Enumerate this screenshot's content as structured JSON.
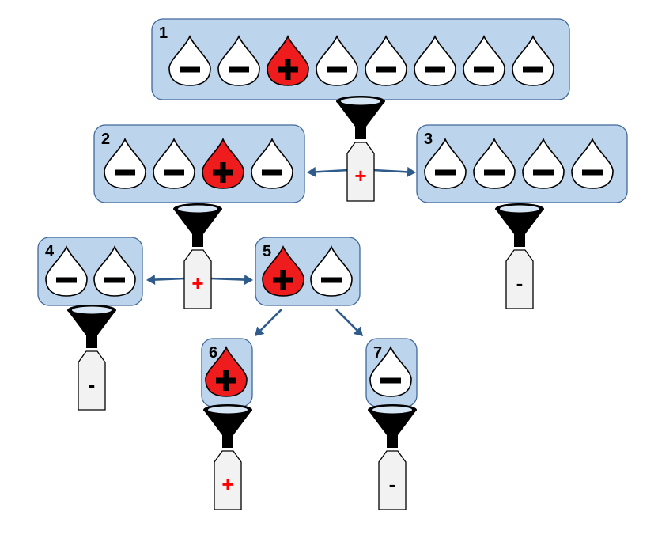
{
  "groups": [
    {
      "id": "1",
      "label": "1",
      "samples": [
        "-",
        "-",
        "+",
        "-",
        "-",
        "-",
        "-",
        "-"
      ]
    },
    {
      "id": "2",
      "label": "2",
      "samples": [
        "-",
        "-",
        "+",
        "-"
      ]
    },
    {
      "id": "3",
      "label": "3",
      "samples": [
        "-",
        "-",
        "-",
        "-"
      ]
    },
    {
      "id": "4",
      "label": "4",
      "samples": [
        "-",
        "-"
      ]
    },
    {
      "id": "5",
      "label": "5",
      "samples": [
        "+",
        "-"
      ]
    },
    {
      "id": "6",
      "label": "6",
      "samples": [
        "+"
      ]
    },
    {
      "id": "7",
      "label": "7",
      "samples": [
        "-"
      ]
    }
  ],
  "pooled_tests": [
    {
      "from": "1",
      "result": "+"
    },
    {
      "from": "2",
      "result": "+"
    },
    {
      "from": "3",
      "result": "-"
    },
    {
      "from": "4",
      "result": "-"
    },
    {
      "from": "6",
      "result": "+"
    },
    {
      "from": "7",
      "result": "-"
    }
  ],
  "colors": {
    "positive_drop": "#ee1c1c",
    "negative_drop": "#ffffff",
    "group_fill": "#bdd5ec",
    "group_border": "#41689a",
    "arrow": "#2e5b8c",
    "positive_text": "#ff0000",
    "negative_text": "#000000",
    "funnel": "#000000"
  },
  "icons": {
    "sample": "blood-drop-icon",
    "pool": "funnel-icon",
    "result": "test-tube-icon"
  }
}
